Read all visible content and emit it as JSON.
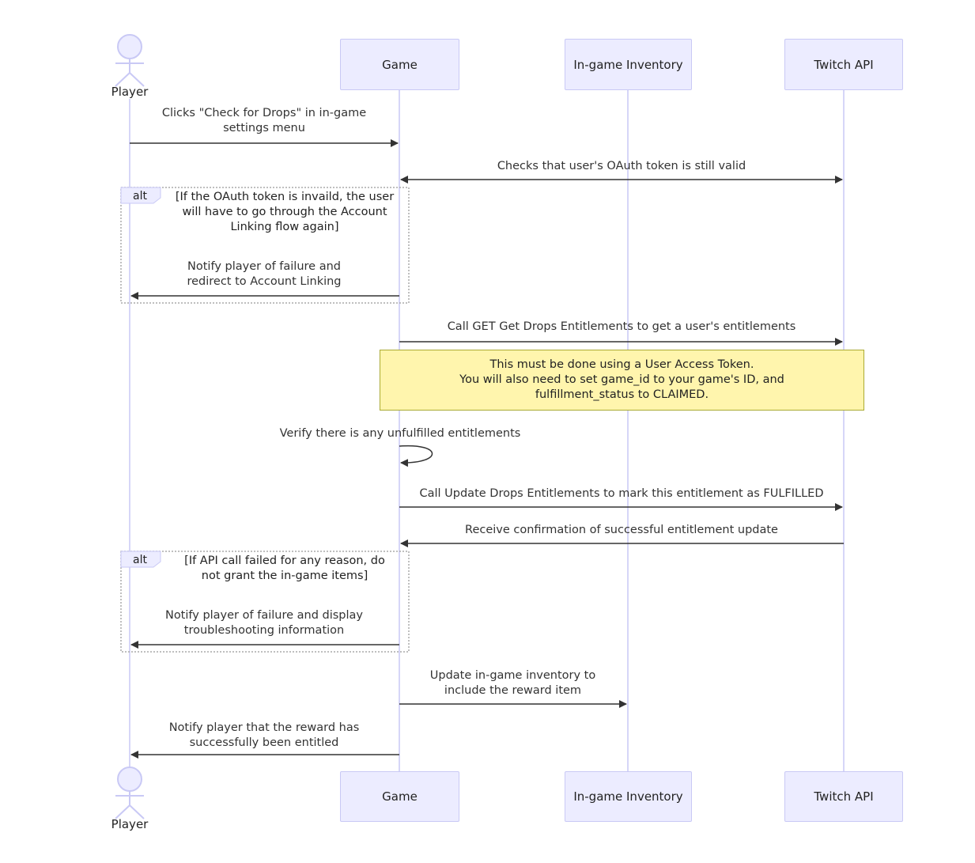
{
  "participants": {
    "player": "Player",
    "game": "Game",
    "inventory": "In-game Inventory",
    "twitch": "Twitch API"
  },
  "messages": {
    "m1": [
      "Clicks \"Check for Drops\" in in-game",
      "settings menu"
    ],
    "m2": "Checks that user's OAuth token is still valid",
    "m3": [
      "Notify player of failure and",
      "redirect to Account Linking"
    ],
    "m4": "Call GET Get Drops Entitlements to get a user's entitlements",
    "m5": "Verify there is any unfulfilled entitlements",
    "m6": "Call Update Drops Entitlements to mark this entitlement as FULFILLED",
    "m7": "Receive confirmation of successful entitlement update",
    "m8": [
      "Notify player of failure and display",
      "troubleshooting information"
    ],
    "m9": [
      "Update in-game inventory to",
      "include the reward item"
    ],
    "m10": [
      "Notify player that the reward has",
      "successfully been entitled"
    ]
  },
  "alt1": {
    "label": "alt",
    "condition": [
      "[If the OAuth token is invaild, the user",
      "will have to go through the Account",
      "Linking flow again]"
    ]
  },
  "alt2": {
    "label": "alt",
    "condition": [
      "[If API call failed for any reason, do",
      "not grant the in-game items]"
    ]
  },
  "note": [
    "This must be done using a User Access Token.",
    "You will also need to set game_id to your game's ID, and",
    "fulfillment_status to CLAIMED."
  ],
  "colors": {
    "participant_fill": "#ececff",
    "participant_border": "#c9c9f5",
    "lifeline": "#c9c9f5",
    "note_fill": "#fff5ad",
    "arrow": "#333333"
  }
}
